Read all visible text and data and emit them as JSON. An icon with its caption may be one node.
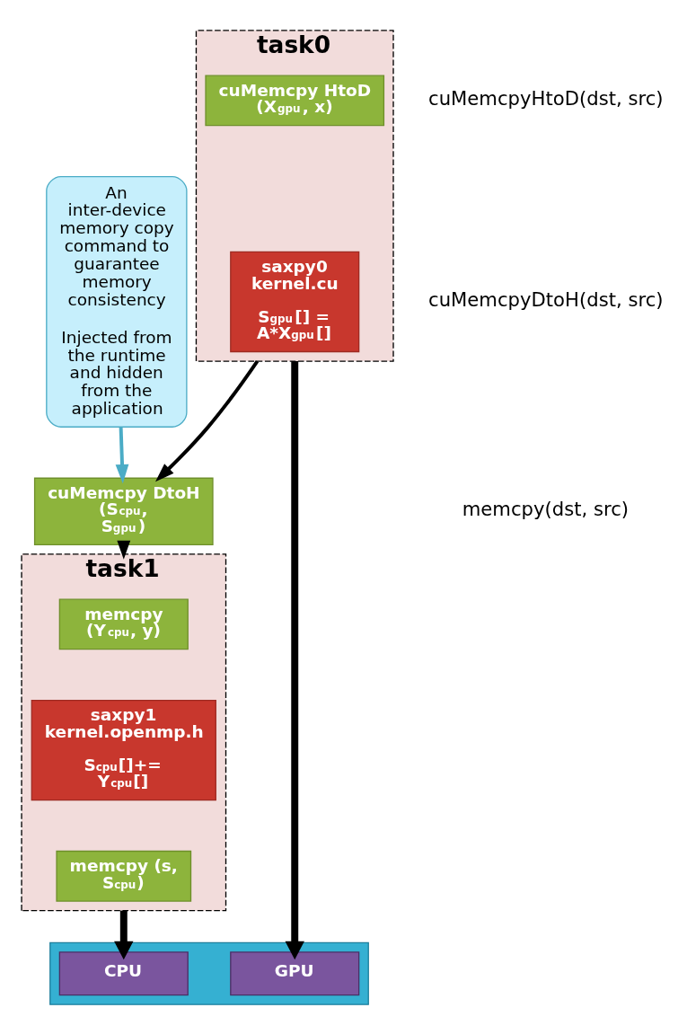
{
  "diagram": {
    "nodes": [
      {
        "text": [
          "task0"
        ]
      },
      {
        "text": [
          "cuMemcpy HtoD (X$_{gpu}$, x)"
        ],
        "in": 0
      },
      {
        "text": [
          "saxpy0 kernel.cu",
          "S$_{gpu}$[] = A*X$_{gpu}$[]"
        ],
        "in": 0
      },
      {
        "text": [
          "cuMemcpy DtoH (S$_{cpu}$, S$_{gpu}$)"
        ]
      },
      {
        "text": [
          "An inter-device memory copy command to guarantee memory consistency",
          "Injected from the runtime and hidden from the application"
        ]
      },
      {
        "text": [
          "task1"
        ]
      },
      {
        "text": [
          "memcpy (Y$_{cpu}$, y)"
        ],
        "in": 5
      },
      {
        "text": [
          "saxpy1 kernel.openmp.h",
          "S$_{cpu}$[]+= Y$_{cpu}$[]"
        ],
        "in": 5
      },
      {
        "text": [
          "memcpy (s, S$_{cpu}$)"
        ],
        "in": 5
      },
      {
        "text": [],
        "shape": "bar"
      },
      {
        "text": [
          "GPU"
        ],
        "in": 9
      },
      {
        "text": [
          "CPU"
        ],
        "in": 9
      }
    ],
    "edges": [
      {
        "from": 0,
        "to": 3,
        "arrow": "to"
      },
      {
        "from": 3,
        "to": 5,
        "arrow": "to"
      },
      {
        "from": 4,
        "to": 3,
        "arrow": "to",
        "color": "#4bacc6"
      },
      {
        "from": 0,
        "to": 10,
        "arrow": "to",
        "style": "thick"
      },
      {
        "from": 5,
        "to": 11,
        "arrow": "to",
        "style": "thick"
      }
    ],
    "labels": [
      "cuMemcpyHtoD(dst, src)",
      "cuMemcpyDtoH(dst, src)",
      "memcpy(dst, src)"
    ]
  }
}
